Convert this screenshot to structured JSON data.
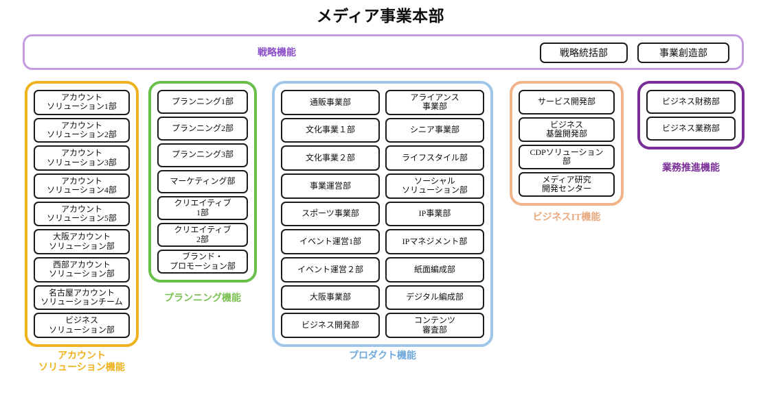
{
  "header": {
    "title": "メディア事業本部"
  },
  "strategy": {
    "label": "戦略機能",
    "boxes": [
      {
        "label": "戦略統括部"
      },
      {
        "label": "事業創造部"
      }
    ]
  },
  "columns": [
    {
      "id": "account",
      "label": "アカウント\nソリューション機能",
      "label_lines": [
        "アカウント",
        "ソリューション機能"
      ],
      "accent": "#EFB21F",
      "nodes": [
        {
          "lines": [
            "アカウント",
            "ソリューション1部"
          ]
        },
        {
          "lines": [
            "アカウント",
            "ソリューション2部"
          ]
        },
        {
          "lines": [
            "アカウント",
            "ソリューション3部"
          ]
        },
        {
          "lines": [
            "アカウント",
            "ソリューション4部"
          ]
        },
        {
          "lines": [
            "アカウント",
            "ソリューション5部"
          ]
        },
        {
          "lines": [
            "大阪アカウント",
            "ソリューション部"
          ]
        },
        {
          "lines": [
            "西部アカウント",
            "ソリューション部"
          ]
        },
        {
          "lines": [
            "名古屋アカウント",
            "ソリューションチーム"
          ]
        },
        {
          "lines": [
            "ビジネス",
            "ソリューション部"
          ]
        }
      ]
    },
    {
      "id": "planning",
      "label_lines": [
        "プランニング機能"
      ],
      "accent": "#7CC153",
      "nodes": [
        {
          "lines": [
            "プランニング1部"
          ]
        },
        {
          "lines": [
            "プランニング2部"
          ]
        },
        {
          "lines": [
            "プランニング3部"
          ]
        },
        {
          "lines": [
            "マーケティング部"
          ]
        },
        {
          "lines": [
            "クリエイティブ",
            "1部"
          ]
        },
        {
          "lines": [
            "クリエイティブ",
            "2部"
          ]
        },
        {
          "lines": [
            "ブランド・",
            "プロモーション部"
          ]
        }
      ]
    },
    {
      "id": "product",
      "label_lines": [
        "プロダクト機能"
      ],
      "accent": "#6FA8DC",
      "subcolumns": [
        {
          "nodes": [
            {
              "lines": [
                "通販事業部"
              ]
            },
            {
              "lines": [
                "文化事業１部"
              ]
            },
            {
              "lines": [
                "文化事業２部"
              ]
            },
            {
              "lines": [
                "事業運営部"
              ]
            },
            {
              "lines": [
                "スポーツ事業部"
              ]
            },
            {
              "lines": [
                "イベント運営1部"
              ]
            },
            {
              "lines": [
                "イベント運営２部"
              ]
            },
            {
              "lines": [
                "大阪事業部"
              ]
            },
            {
              "lines": [
                "ビジネス開発部"
              ]
            }
          ]
        },
        {
          "nodes": [
            {
              "lines": [
                "アライアンス",
                "事業部"
              ]
            },
            {
              "lines": [
                "シニア事業部"
              ]
            },
            {
              "lines": [
                "ライフスタイル部"
              ]
            },
            {
              "lines": [
                "ソーシャル",
                "ソリューション部"
              ]
            },
            {
              "lines": [
                "IP事業部"
              ]
            },
            {
              "lines": [
                "IPマネジメント部"
              ]
            },
            {
              "lines": [
                "紙面編成部"
              ]
            },
            {
              "lines": [
                "デジタル編成部"
              ]
            },
            {
              "lines": [
                "コンテンツ",
                "審査部"
              ]
            }
          ]
        }
      ]
    },
    {
      "id": "it",
      "label_lines": [
        "ビジネスIT機能"
      ],
      "accent": "#E8A97E",
      "nodes": [
        {
          "lines": [
            "サービス開発部"
          ]
        },
        {
          "lines": [
            "ビジネス",
            "基盤開発部"
          ]
        },
        {
          "lines": [
            "CDPソリューション",
            "部"
          ]
        },
        {
          "lines": [
            "メディア研究",
            "開発センター"
          ]
        }
      ]
    },
    {
      "id": "ops",
      "label_lines": [
        "業務推進機能"
      ],
      "accent": "#7A2E96",
      "nodes": [
        {
          "lines": [
            "ビジネス財務部"
          ]
        },
        {
          "lines": [
            "ビジネス業務部"
          ]
        }
      ]
    }
  ]
}
